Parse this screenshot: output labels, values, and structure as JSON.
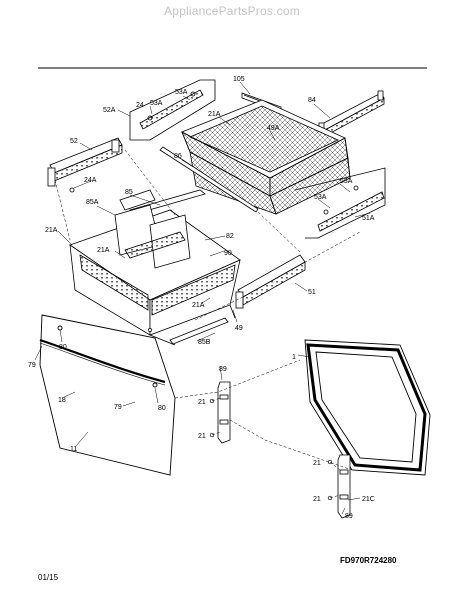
{
  "watermark": "AppliancePartsPros.com",
  "diagram_code": "FD970R724280",
  "date": "01/15",
  "callouts": {
    "c105": "105",
    "c84": "84",
    "c53a_1": "53A",
    "c24": "24",
    "c52a": "52A",
    "c21a_basket": "21A",
    "c49a": "49A",
    "c52": "52",
    "c86": "86",
    "c24a": "24A",
    "c85": "85",
    "c85a": "85A",
    "c21a_left": "21A",
    "c21a_bin": "21A",
    "c82": "82",
    "c90": "90",
    "c53a_2": "53A",
    "c53a_3": "53A",
    "c51a": "51A",
    "c51": "51",
    "c21a_low": "21A",
    "c49": "49",
    "c85b": "85B",
    "c80_top": "80",
    "c79_left": "79",
    "c18": "18",
    "c79_mid": "79",
    "c80_bot": "80",
    "c11": "11",
    "c89_top": "89",
    "c1": "1",
    "c21_1": "21",
    "c21_2": "21",
    "c21_3": "21",
    "c21_4": "21",
    "c21c": "21C",
    "c89_bot": "89"
  }
}
